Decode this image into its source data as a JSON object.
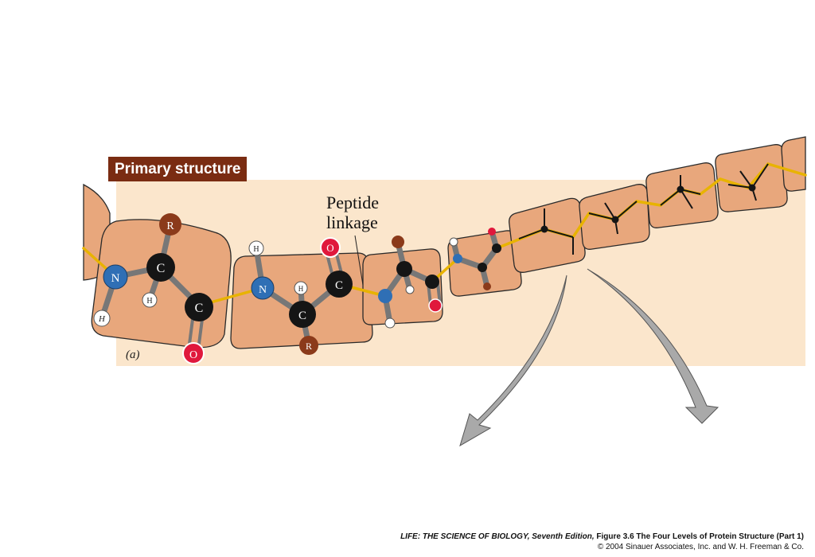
{
  "title": "Primary structure",
  "panel_label": "(a)",
  "callout": {
    "line1": "Peptide",
    "line2": "linkage"
  },
  "atoms": {
    "nitrogen": "N",
    "carbon": "C",
    "oxygen": "O",
    "hydrogen": "H",
    "side_chain": "R"
  },
  "caption": {
    "book": "LIFE: THE SCIENCE OF BIOLOGY, Seventh Edition,",
    "figure": "Figure 3.6 The Four Levels of Protein Structure (Part 1)",
    "copyright": "© 2004 Sinauer Associates, Inc. and W. H. Freeman & Co."
  },
  "colors": {
    "background_band": "#fbe6cc",
    "residue_fill": "#e8a77c",
    "nitrogen": "#2f6fb5",
    "carbon": "#151515",
    "oxygen": "#e0183c",
    "side_chain": "#8b3a1a",
    "hydrogen": "#ffffff",
    "peptide_bond": "#e8b300",
    "badge": "#7a2c12",
    "arrow": "#a9a9a9"
  }
}
